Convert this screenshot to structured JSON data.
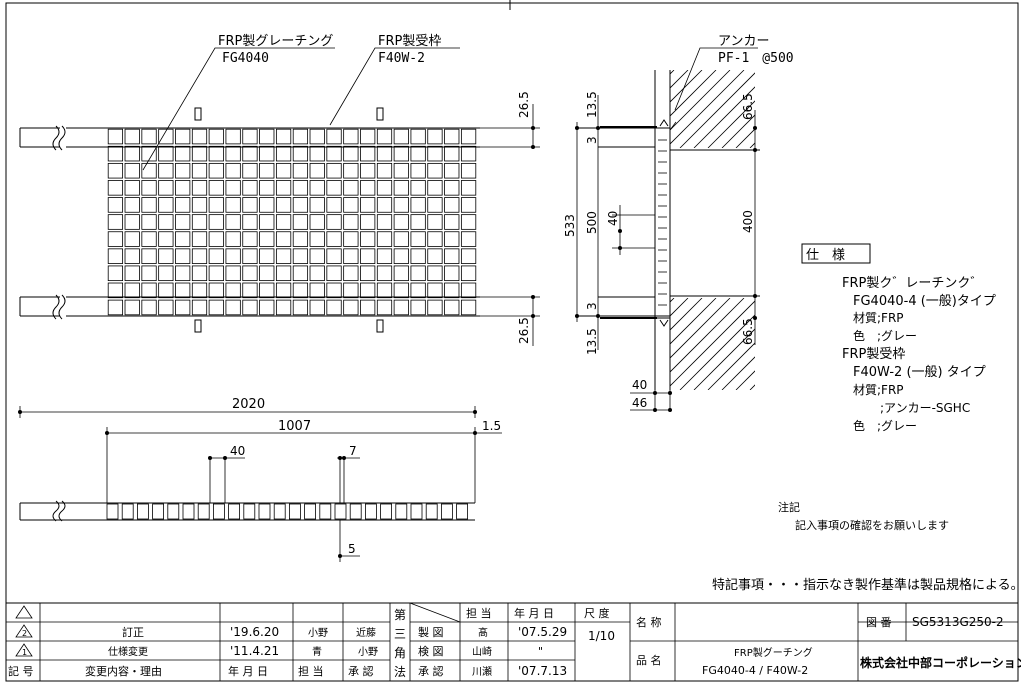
{
  "drawing": {
    "label_grating": "FRP製グレーチング",
    "label_grating_code": "FG4040",
    "label_frame": "FRP製受枠",
    "label_frame_code": "F40W-2",
    "label_anchor": "アンカー",
    "label_anchor_spec": "PF-1　@500",
    "dims": {
      "top_right": "26.5",
      "bottom_right": "26.5",
      "sec_13_5_top": "13.5",
      "sec_3_top": "3",
      "sec_533": "533",
      "sec_500": "500",
      "sec_40_inner": "40",
      "sec_3_bottom": "3",
      "sec_13_5_bottom": "13.5",
      "sec_66_5_top": "66.5",
      "sec_400": "400",
      "sec_66_5_bottom": "66.5",
      "sec_40": "40",
      "sec_46": "46",
      "side_2020": "2020",
      "side_1007": "1007",
      "side_1_5": "1.5",
      "side_40": "40",
      "side_7": "7",
      "side_5": "5"
    }
  },
  "spec": {
    "title": "仕　様",
    "line1": "FRP製ク゛レーチンク゛",
    "line2": "FG4040-4 (一般)タイプ",
    "line3": "材質;FRP",
    "line4": "色　;グレー",
    "line5": "FRP製受枠",
    "line6": "F40W-2 (一般) タイプ",
    "line7": "材質;FRP",
    "line8": ";アンカー-SGHC",
    "line9": "色　;グレー"
  },
  "notes": {
    "title": "注記",
    "body": "記入事項の確認をお願いします",
    "special": "特記事項・・・指示なき製作基準は製品規格による。"
  },
  "titleblock": {
    "rev2_mark": "2",
    "rev2_desc": "訂正",
    "rev2_date": "'19.6.20",
    "rev2_by": "小野",
    "rev2_appr": "近藤",
    "rev1_mark": "1",
    "rev1_desc": "仕様変更",
    "rev1_date": "'11.4.21",
    "rev1_by": "青",
    "rev1_appr": "小野",
    "hdr_mark": "記 号",
    "hdr_desc": "変更内容・理由",
    "hdr_date": "年 月 日",
    "hdr_by": "担 当",
    "hdr_appr": "承 認",
    "angle_label": [
      "第",
      "三",
      "角",
      "法"
    ],
    "col_tantou": "担 当",
    "col_date": "年 月 日",
    "row_seizu": "製 図",
    "row_kenzu": "検 図",
    "row_shounin": "承 認",
    "seizu_by": "髙",
    "seizu_date": "'07.5.29",
    "kenzu_by": "山崎",
    "kenzu_date": "\"",
    "shounin_by": "川瀬",
    "shounin_date": "'07.7.13",
    "scale_label": "尺 度",
    "scale_value": "1/10",
    "meishou_label": "名 称",
    "hinmei_label": "品 名",
    "hinmei_line1": "FRP製グーチング",
    "hinmei_line2": "FG4040-4 / F40W-2",
    "zuban_label": "図 番",
    "zuban_value": "SG5313G250-2",
    "company": "株式会社中部コーポレーション"
  }
}
